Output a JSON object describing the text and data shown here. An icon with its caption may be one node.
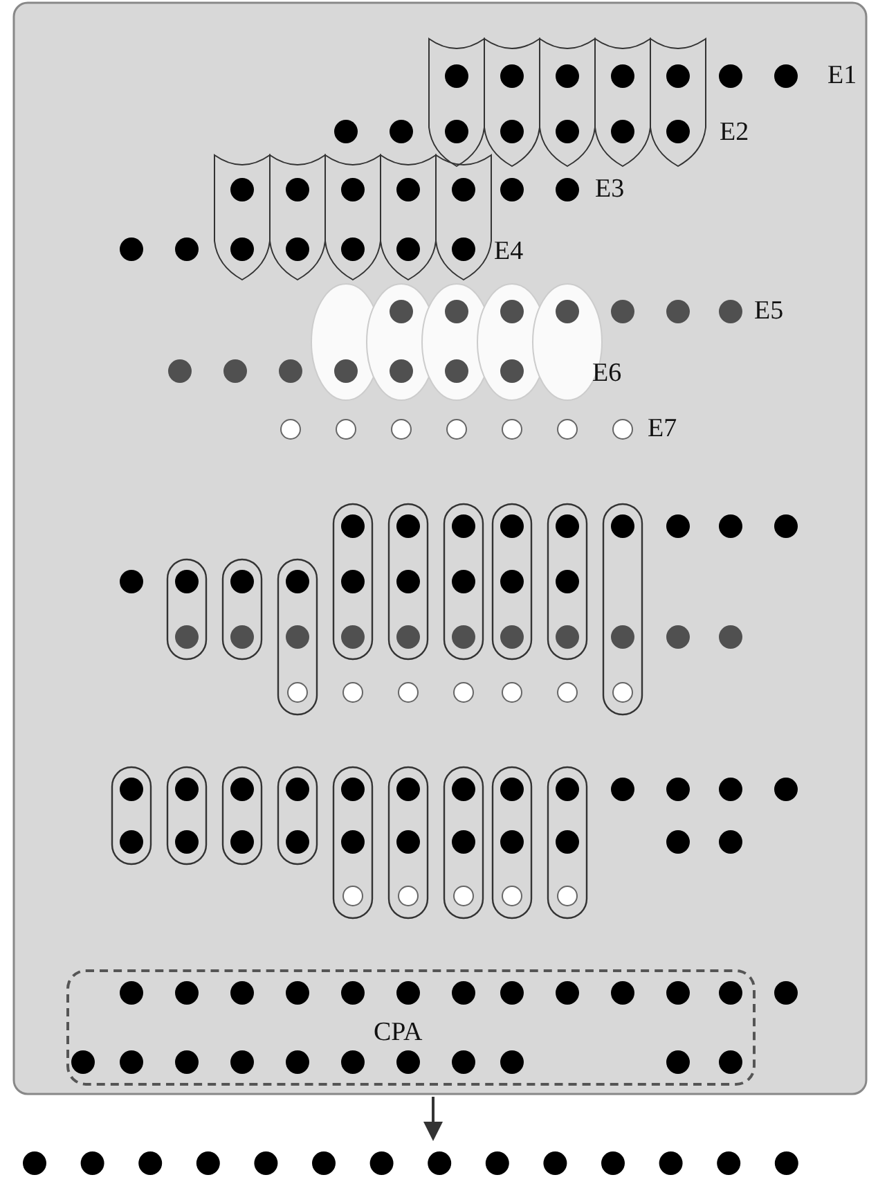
{
  "diagram": {
    "nodes": [
      {
        "text": [
          "CPA"
        ]
      }
    ],
    "labels": [
      "E1",
      "E2",
      "E3",
      "E4",
      "E5",
      "E6",
      "E7"
    ]
  }
}
